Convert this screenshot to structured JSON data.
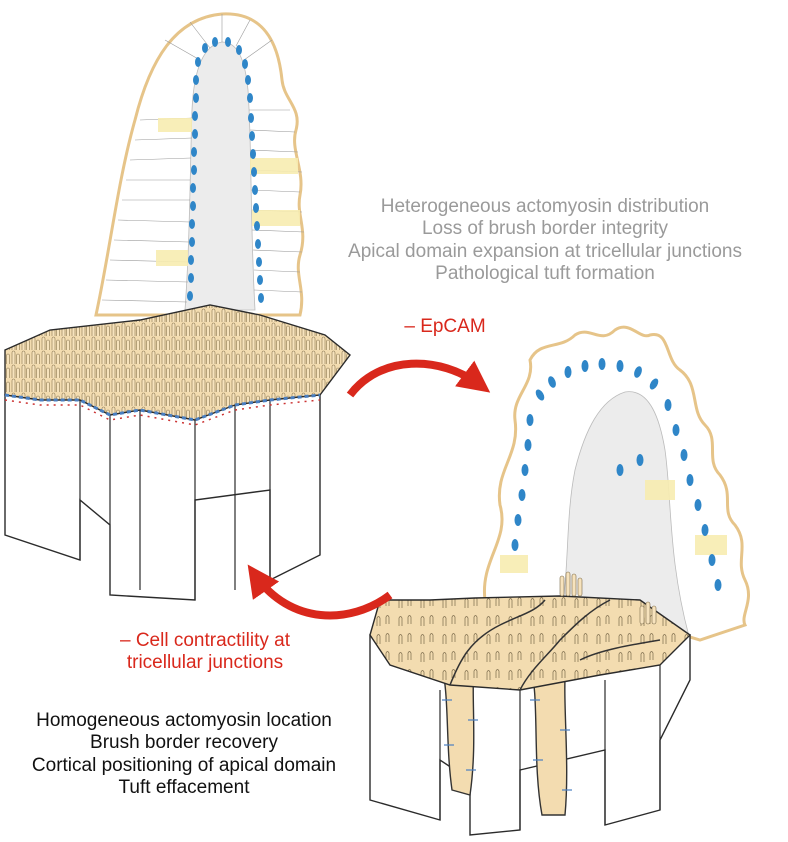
{
  "colors": {
    "tissue_fill": "#f3dcb0",
    "tissue_stroke": "#e6c489",
    "nucleus": "#2f86c8",
    "lumen": "#ececec",
    "junction_highlight": "#f7ecb0",
    "arrow_red": "#d9281c",
    "grey_text": "#9a9a9a",
    "cell_line": "#5a5a5a",
    "actomyosin_blue": "#4a7fc1",
    "actomyosin_red": "#cc3333"
  },
  "labels": {
    "epcam_loss": "– EpCAM",
    "contractility_line1": "– Cell contractility at",
    "contractility_line2": "tricellular junctions"
  },
  "defect_phenotypes": [
    "Heterogeneous actomyosin distribution",
    "Loss of brush border integrity",
    "Apical domain expansion at tricellular junctions",
    "Pathological tuft formation"
  ],
  "rescue_phenotypes": [
    "Homogeneous actomyosin location",
    "Brush border recovery",
    "Cortical positioning of apical domain",
    "Tuft effacement"
  ]
}
